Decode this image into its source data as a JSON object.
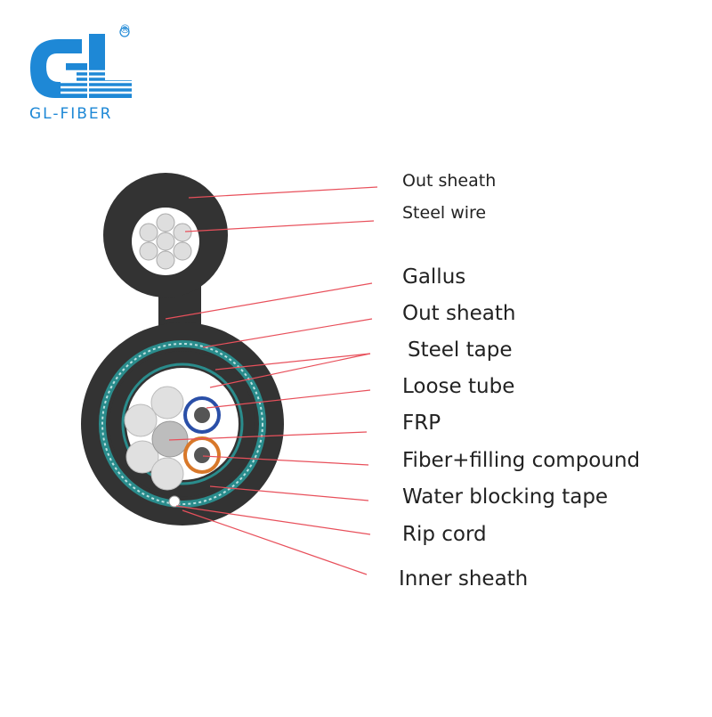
{
  "brand": {
    "name": "GL-FIBER",
    "mark": "®",
    "color": "#1e88d6"
  },
  "diagram": {
    "labels": [
      {
        "key": "out_sheath_top",
        "text": "Out sheath"
      },
      {
        "key": "steel_wire",
        "text": "Steel wire"
      },
      {
        "key": "gallus",
        "text": "Gallus"
      },
      {
        "key": "out_sheath",
        "text": "Out sheath"
      },
      {
        "key": "steel_tape",
        "text": "Steel tape"
      },
      {
        "key": "loose_tube",
        "text": "Loose tube"
      },
      {
        "key": "frp",
        "text": "FRP"
      },
      {
        "key": "fiber_filling",
        "text": "Fiber+filling compound"
      },
      {
        "key": "water_blocking",
        "text": "Water blocking tape"
      },
      {
        "key": "rip_cord",
        "text": "Rip cord"
      },
      {
        "key": "inner_sheath",
        "text": "Inner sheath"
      }
    ],
    "colors": {
      "sheath": "#333333",
      "steel_tape": "#2a8c8c",
      "leader_line": "#e8505b",
      "loose_tube_blue": "#2a4fa8",
      "loose_tube_orange": "#d8782a",
      "filler": "#e0e0e0"
    }
  }
}
